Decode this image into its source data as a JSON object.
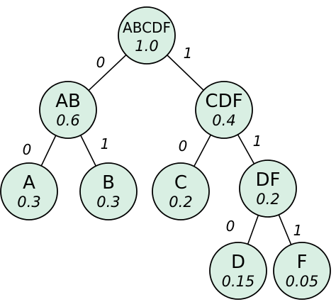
{
  "nodes": [
    {
      "id": "ABCDF",
      "name": "ABCDF",
      "weight": "1.0"
    },
    {
      "id": "AB",
      "name": "AB",
      "weight": "0.6"
    },
    {
      "id": "CDF",
      "name": "CDF",
      "weight": "0.4"
    },
    {
      "id": "A",
      "name": "A",
      "weight": "0.3"
    },
    {
      "id": "B",
      "name": "B",
      "weight": "0.3"
    },
    {
      "id": "C",
      "name": "C",
      "weight": "0.2"
    },
    {
      "id": "DF",
      "name": "DF",
      "weight": "0.2"
    },
    {
      "id": "D",
      "name": "D",
      "weight": "0.15"
    },
    {
      "id": "F",
      "name": "F",
      "weight": "0.05"
    }
  ],
  "edges": [
    {
      "from": "ABCDF",
      "to": "AB",
      "bit": "0"
    },
    {
      "from": "ABCDF",
      "to": "CDF",
      "bit": "1"
    },
    {
      "from": "AB",
      "to": "A",
      "bit": "0"
    },
    {
      "from": "AB",
      "to": "B",
      "bit": "1"
    },
    {
      "from": "CDF",
      "to": "C",
      "bit": "0"
    },
    {
      "from": "CDF",
      "to": "DF",
      "bit": "1"
    },
    {
      "from": "DF",
      "to": "D",
      "bit": "0"
    },
    {
      "from": "DF",
      "to": "F",
      "bit": "1"
    }
  ],
  "colors": {
    "node_fill": "#d9efe3",
    "stroke": "#000000"
  }
}
